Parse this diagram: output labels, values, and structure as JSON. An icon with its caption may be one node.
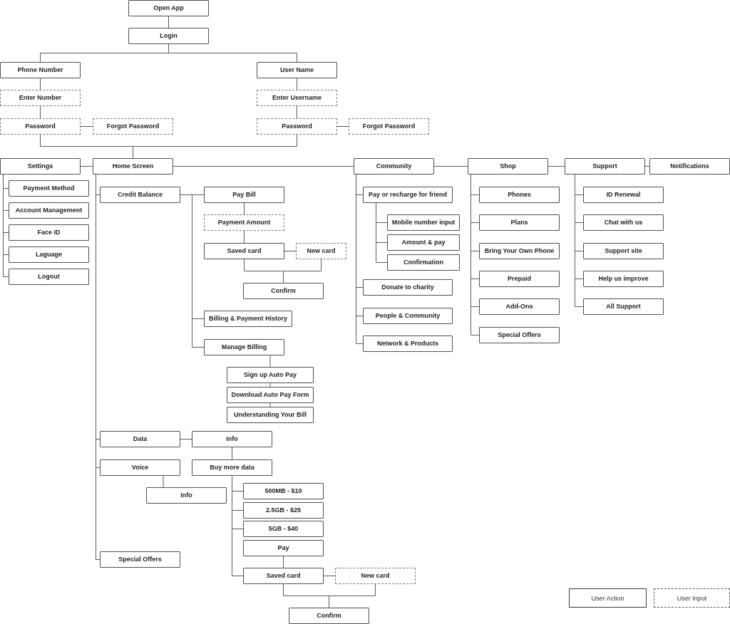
{
  "diagram": {
    "nodes": [
      {
        "text": [
          "Open App"
        ]
      },
      {
        "text": [
          "Login"
        ]
      },
      {
        "text": [
          "Phone Number"
        ]
      },
      {
        "text": [
          "User Name"
        ]
      },
      {
        "text": [
          "Enter Number"
        ]
      },
      {
        "text": [
          "Enter Username"
        ]
      },
      {
        "text": [
          "Password"
        ]
      },
      {
        "text": [
          "Forgot Password"
        ]
      },
      {
        "text": [
          "Password"
        ]
      },
      {
        "text": [
          "Forgot Password"
        ]
      },
      {
        "text": [
          "Settings"
        ]
      },
      {
        "text": [
          "Home Screen"
        ]
      },
      {
        "text": [
          "Community"
        ]
      },
      {
        "text": [
          "Shop"
        ]
      },
      {
        "text": [
          "Support"
        ]
      },
      {
        "text": [
          "Notifications"
        ]
      },
      {
        "text": [
          "Payment Method"
        ]
      },
      {
        "text": [
          "Account Management"
        ]
      },
      {
        "text": [
          "Face ID"
        ]
      },
      {
        "text": [
          "Laguage"
        ]
      },
      {
        "text": [
          "Logout"
        ]
      },
      {
        "text": [
          "Credit Balance"
        ]
      },
      {
        "text": [
          "Pay Bill"
        ]
      },
      {
        "text": [
          "Payment Amount"
        ]
      },
      {
        "text": [
          "Saved card"
        ]
      },
      {
        "text": [
          "New card"
        ]
      },
      {
        "text": [
          "Confirm"
        ]
      },
      {
        "text": [
          "Billing & Payment History"
        ]
      },
      {
        "text": [
          "Manage Billing"
        ]
      },
      {
        "text": [
          "Sign up Auto Pay"
        ]
      },
      {
        "text": [
          "Download Auto Pay Form"
        ]
      },
      {
        "text": [
          "Understanding Your Bill"
        ]
      },
      {
        "text": [
          "Data"
        ]
      },
      {
        "text": [
          "Info"
        ]
      },
      {
        "text": [
          "Voice"
        ]
      },
      {
        "text": [
          "Buy more data"
        ]
      },
      {
        "text": [
          "Info"
        ]
      },
      {
        "text": [
          "500MB - $10"
        ]
      },
      {
        "text": [
          "2.5GB - $25"
        ]
      },
      {
        "text": [
          "5GB - $40"
        ]
      },
      {
        "text": [
          "Pay"
        ]
      },
      {
        "text": [
          "Special Offers"
        ]
      },
      {
        "text": [
          "Saved card"
        ]
      },
      {
        "text": [
          "New card"
        ]
      },
      {
        "text": [
          "Confirm"
        ]
      },
      {
        "text": [
          "Pay or recharge for friend"
        ]
      },
      {
        "text": [
          "Mobile number input"
        ]
      },
      {
        "text": [
          "Amount & pay"
        ]
      },
      {
        "text": [
          "Confirmation"
        ]
      },
      {
        "text": [
          "Donate to charity"
        ]
      },
      {
        "text": [
          "People & Community"
        ]
      },
      {
        "text": [
          "Network & Products"
        ]
      },
      {
        "text": [
          "Phones"
        ]
      },
      {
        "text": [
          "Plans"
        ]
      },
      {
        "text": [
          "Bring Your Own Phone"
        ]
      },
      {
        "text": [
          "Prepaid"
        ]
      },
      {
        "text": [
          "Add-Ons"
        ]
      },
      {
        "text": [
          "Special Offers"
        ]
      },
      {
        "text": [
          "ID Renewal"
        ]
      },
      {
        "text": [
          "Chat with us"
        ]
      },
      {
        "text": [
          "Support site"
        ]
      },
      {
        "text": [
          "Help us improve"
        ]
      },
      {
        "text": [
          "All Support"
        ]
      }
    ],
    "edges": [
      {
        "from": 0,
        "to": 1,
        "arrow": "none"
      },
      {
        "from": 1,
        "to": 2,
        "arrow": "none"
      },
      {
        "from": 1,
        "to": 3,
        "arrow": "none"
      },
      {
        "from": 2,
        "to": 4,
        "arrow": "none"
      },
      {
        "from": 4,
        "to": 6,
        "arrow": "none"
      },
      {
        "from": 6,
        "to": 7,
        "arrow": "none"
      },
      {
        "from": 3,
        "to": 5,
        "arrow": "none"
      },
      {
        "from": 5,
        "to": 8,
        "arrow": "none"
      },
      {
        "from": 8,
        "to": 9,
        "arrow": "none"
      },
      {
        "from": 6,
        "to": 11,
        "arrow": "none"
      },
      {
        "from": 8,
        "to": 11,
        "arrow": "none"
      },
      {
        "from": 10,
        "to": 11,
        "arrow": "none"
      },
      {
        "from": 11,
        "to": 12,
        "arrow": "none"
      },
      {
        "from": 12,
        "to": 13,
        "arrow": "none"
      },
      {
        "from": 13,
        "to": 14,
        "arrow": "none"
      },
      {
        "from": 14,
        "to": 15,
        "arrow": "none"
      },
      {
        "from": 10,
        "to": 16,
        "arrow": "none"
      },
      {
        "from": 10,
        "to": 17,
        "arrow": "none"
      },
      {
        "from": 10,
        "to": 18,
        "arrow": "none"
      },
      {
        "from": 10,
        "to": 19,
        "arrow": "none"
      },
      {
        "from": 10,
        "to": 20,
        "arrow": "none"
      },
      {
        "from": 11,
        "to": 21,
        "arrow": "none"
      },
      {
        "from": 21,
        "to": 22,
        "arrow": "none"
      },
      {
        "from": 22,
        "to": 23,
        "arrow": "none"
      },
      {
        "from": 23,
        "to": 24,
        "arrow": "none"
      },
      {
        "from": 24,
        "to": 25,
        "arrow": "none"
      },
      {
        "from": 24,
        "to": 26,
        "arrow": "none"
      },
      {
        "from": 25,
        "to": 26,
        "arrow": "none"
      },
      {
        "from": 21,
        "to": 27,
        "arrow": "none"
      },
      {
        "from": 21,
        "to": 28,
        "arrow": "none"
      },
      {
        "from": 28,
        "to": 29,
        "arrow": "none"
      },
      {
        "from": 29,
        "to": 30,
        "arrow": "none"
      },
      {
        "from": 30,
        "to": 31,
        "arrow": "none"
      },
      {
        "from": 11,
        "to": 32,
        "arrow": "none"
      },
      {
        "from": 32,
        "to": 33,
        "arrow": "none"
      },
      {
        "from": 33,
        "to": 35,
        "arrow": "none"
      },
      {
        "from": 11,
        "to": 34,
        "arrow": "none"
      },
      {
        "from": 34,
        "to": 36,
        "arrow": "none"
      },
      {
        "from": 35,
        "to": 37,
        "arrow": "none"
      },
      {
        "from": 35,
        "to": 38,
        "arrow": "none"
      },
      {
        "from": 35,
        "to": 39,
        "arrow": "none"
      },
      {
        "from": 40,
        "to": 42,
        "arrow": "none"
      },
      {
        "from": 35,
        "to": 42,
        "arrow": "none"
      },
      {
        "from": 42,
        "to": 43,
        "arrow": "none"
      },
      {
        "from": 42,
        "to": 44,
        "arrow": "none"
      },
      {
        "from": 43,
        "to": 44,
        "arrow": "none"
      },
      {
        "from": 11,
        "to": 41,
        "arrow": "none"
      },
      {
        "from": 12,
        "to": 45,
        "arrow": "none"
      },
      {
        "from": 45,
        "to": 46,
        "arrow": "none"
      },
      {
        "from": 45,
        "to": 47,
        "arrow": "none"
      },
      {
        "from": 45,
        "to": 48,
        "arrow": "none"
      },
      {
        "from": 12,
        "to": 49,
        "arrow": "none"
      },
      {
        "from": 12,
        "to": 50,
        "arrow": "none"
      },
      {
        "from": 12,
        "to": 51,
        "arrow": "none"
      },
      {
        "from": 13,
        "to": 52,
        "arrow": "none"
      },
      {
        "from": 13,
        "to": 53,
        "arrow": "none"
      },
      {
        "from": 13,
        "to": 54,
        "arrow": "none"
      },
      {
        "from": 13,
        "to": 55,
        "arrow": "none"
      },
      {
        "from": 13,
        "to": 56,
        "arrow": "none"
      },
      {
        "from": 13,
        "to": 57,
        "arrow": "none"
      },
      {
        "from": 14,
        "to": 58,
        "arrow": "none"
      },
      {
        "from": 14,
        "to": 59,
        "arrow": "none"
      },
      {
        "from": 14,
        "to": 60,
        "arrow": "none"
      },
      {
        "from": 14,
        "to": 61,
        "arrow": "none"
      },
      {
        "from": 14,
        "to": 62,
        "arrow": "none"
      }
    ],
    "legend": [
      {
        "text": "User Action"
      },
      {
        "text": "User Input"
      }
    ]
  }
}
